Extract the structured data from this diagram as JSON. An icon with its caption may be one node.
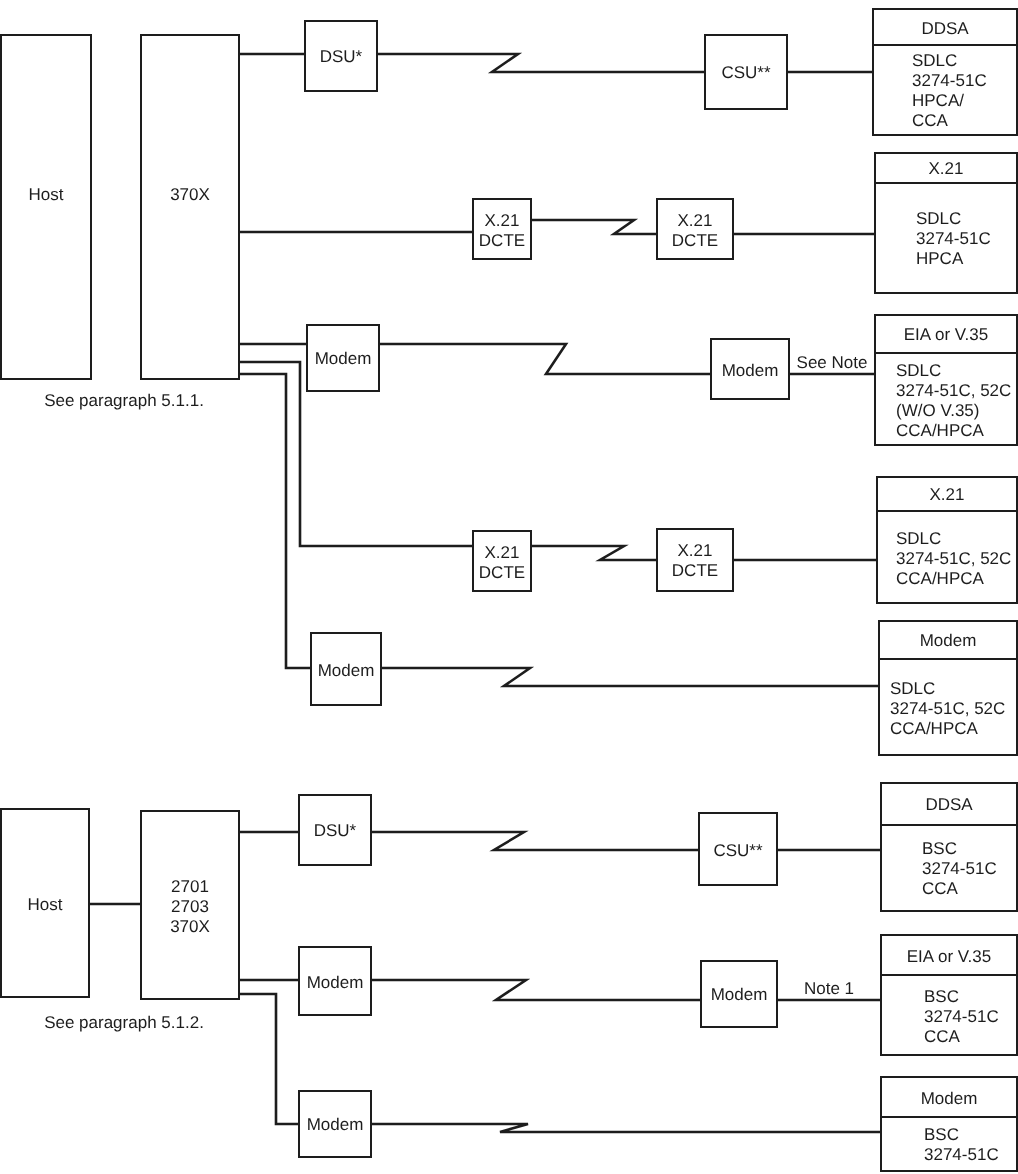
{
  "diagram": {
    "nodes": [
      {
        "text": [
          "Host"
        ]
      },
      {
        "text": [
          "370X"
        ]
      },
      {
        "text": [
          "DSU*"
        ]
      },
      {
        "text": [
          "CSU**"
        ]
      },
      {
        "text": [
          "DDSA",
          "SDLC 3274-51C HPCA/ CCA"
        ]
      },
      {
        "text": [
          "X.21 DCTE"
        ]
      },
      {
        "text": [
          "X.21 DCTE"
        ]
      },
      {
        "text": [
          "X.21",
          "SDLC 3274-51C HPCA"
        ]
      },
      {
        "text": [
          "Modem"
        ]
      },
      {
        "text": [
          "Modem"
        ]
      },
      {
        "text": [
          "EIA or V.35",
          "SDLC 3274-51C, 52C (W/O V.35) CCA/HPCA"
        ]
      },
      {
        "text": [
          "X.21 DCTE"
        ]
      },
      {
        "text": [
          "X.21 DCTE"
        ]
      },
      {
        "text": [
          "X.21",
          "SDLC 3274-51C, 52C CCA/HPCA"
        ]
      },
      {
        "text": [
          "Modem"
        ]
      },
      {
        "text": [
          "Modem",
          "SDLC 3274-51C, 52C CCA/HPCA"
        ]
      },
      {
        "text": [
          "Host"
        ]
      },
      {
        "text": [
          "2701 2703 370X"
        ]
      },
      {
        "text": [
          "DSU*"
        ]
      },
      {
        "text": [
          "CSU**"
        ]
      },
      {
        "text": [
          "DDSA",
          "BSC 3274-51C CCA"
        ]
      },
      {
        "text": [
          "Modem"
        ]
      },
      {
        "text": [
          "Modem"
        ]
      },
      {
        "text": [
          "EIA or V.35",
          "BSC 3274-51C CCA"
        ]
      },
      {
        "text": [
          "Modem"
        ]
      },
      {
        "text": [
          "Modem",
          "BSC 3274-51C"
        ]
      }
    ],
    "edges": [
      {
        "from": 1,
        "to": 2,
        "arrow": "none"
      },
      {
        "from": 2,
        "to": 3,
        "arrow": "none"
      },
      {
        "from": 3,
        "to": 4,
        "arrow": "none"
      },
      {
        "from": 1,
        "to": 5,
        "arrow": "none"
      },
      {
        "from": 5,
        "to": 6,
        "arrow": "none"
      },
      {
        "from": 6,
        "to": 7,
        "arrow": "none"
      },
      {
        "from": 1,
        "to": 8,
        "arrow": "none"
      },
      {
        "from": 8,
        "to": 9,
        "arrow": "none"
      },
      {
        "from": 9,
        "to": 10,
        "label": "See Note",
        "arrow": "none"
      },
      {
        "from": 1,
        "to": 11,
        "arrow": "none"
      },
      {
        "from": 11,
        "to": 12,
        "arrow": "none"
      },
      {
        "from": 12,
        "to": 13,
        "arrow": "none"
      },
      {
        "from": 1,
        "to": 14,
        "arrow": "none"
      },
      {
        "from": 14,
        "to": 15,
        "arrow": "none"
      },
      {
        "from": 16,
        "to": 17,
        "arrow": "none"
      },
      {
        "from": 17,
        "to": 18,
        "arrow": "none"
      },
      {
        "from": 18,
        "to": 19,
        "arrow": "none"
      },
      {
        "from": 19,
        "to": 20,
        "arrow": "none"
      },
      {
        "from": 17,
        "to": 21,
        "arrow": "none"
      },
      {
        "from": 21,
        "to": 22,
        "arrow": "none"
      },
      {
        "from": 22,
        "to": 23,
        "label": "Note 1",
        "arrow": "none"
      },
      {
        "from": 17,
        "to": 24,
        "arrow": "none"
      },
      {
        "from": 24,
        "to": 25,
        "arrow": "none"
      }
    ],
    "labels": [
      "See paragraph 5.1.1.",
      "See paragraph 5.1.2."
    ]
  }
}
